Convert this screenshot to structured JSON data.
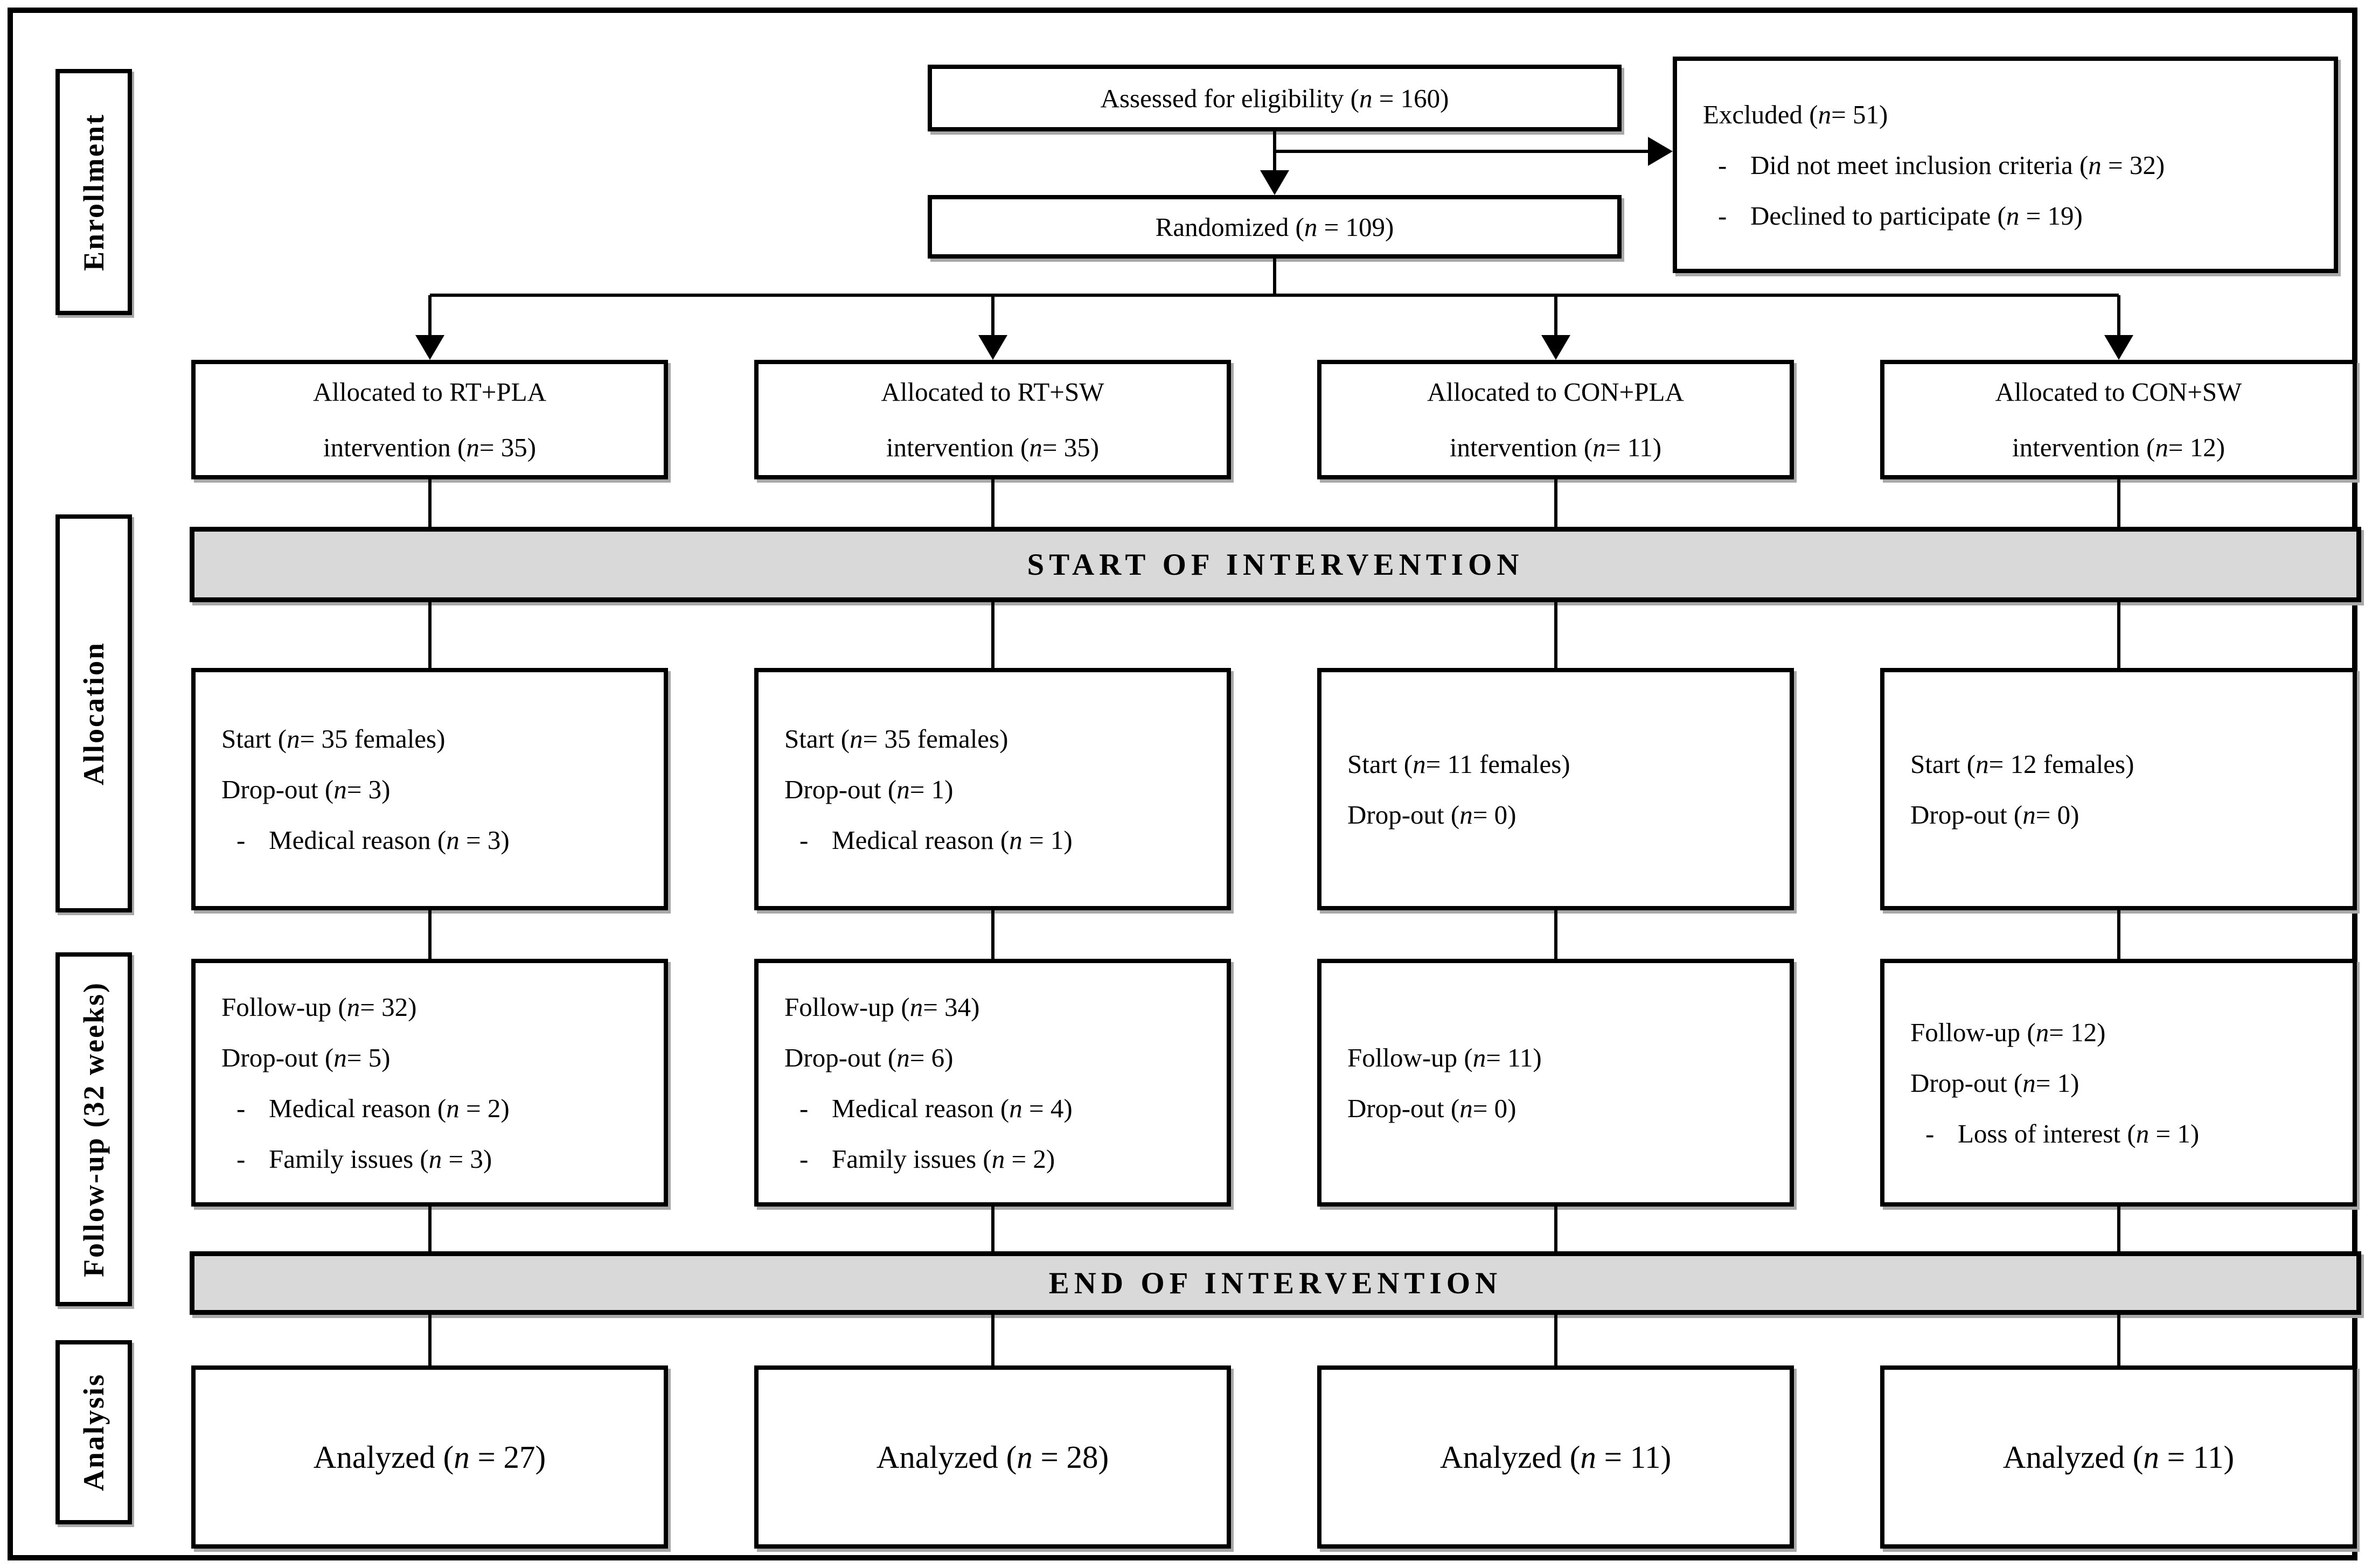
{
  "sidebar": {
    "labels": [
      "Enrollment",
      "Allocation",
      "Follow-up (32 weeks)",
      "Analysis"
    ]
  },
  "enrollment": {
    "assessed": "Assessed for eligibility (n = 160)",
    "randomized": "Randomized (n = 109)",
    "excluded_lines": [
      "Excluded (n = 51)",
      "- Did not meet inclusion criteria (n = 32)",
      "- Declined to participate (n = 19)"
    ]
  },
  "bars": {
    "start": "START OF INTERVENTION",
    "end": "END OF INTERVENTION"
  },
  "columns": [
    {
      "group": "RT+PLA",
      "allocated_lines": [
        "Allocated to RT+PLA",
        "intervention (n = 35)"
      ],
      "start_lines": [
        "Start (n = 35 females)",
        "Drop-out (n = 3)",
        "- Medical reason (n = 3)"
      ],
      "followup_lines": [
        "Follow-up (n = 32)",
        "Drop-out (n = 5)",
        "- Medical reason (n = 2)",
        "- Family issues (n = 3)"
      ],
      "analyzed": "Analyzed (n = 27)"
    },
    {
      "group": "RT+SW",
      "allocated_lines": [
        "Allocated to RT+SW",
        "intervention (n = 35)"
      ],
      "start_lines": [
        "Start (n = 35 females)",
        "Drop-out (n = 1)",
        "- Medical reason (n = 1)"
      ],
      "followup_lines": [
        "Follow-up (n = 34)",
        "Drop-out (n = 6)",
        "- Medical reason (n = 4)",
        "- Family issues (n = 2)"
      ],
      "analyzed": "Analyzed (n = 28)"
    },
    {
      "group": "CON+PLA",
      "allocated_lines": [
        "Allocated to CON+PLA",
        "intervention (n = 11)"
      ],
      "start_lines": [
        "Start (n = 11 females)",
        "Drop-out (n = 0)"
      ],
      "followup_lines": [
        "Follow-up (n = 11)",
        "Drop-out (n = 0)"
      ],
      "analyzed": "Analyzed (n = 11)"
    },
    {
      "group": "CON+SW",
      "allocated_lines": [
        "Allocated to CON+SW",
        "intervention (n = 12)"
      ],
      "start_lines": [
        "Start (n = 12 females)",
        "Drop-out (n = 0)"
      ],
      "followup_lines": [
        "Follow-up (n = 12)",
        "Drop-out (n = 1)",
        "- Loss of interest (n = 1)"
      ],
      "analyzed": "Analyzed (n = 11)"
    }
  ],
  "colors": {
    "bar_background": "#d9d9d9",
    "box_background": "#ffffff",
    "line": "#000000",
    "shadow": "#a8a8a8"
  }
}
